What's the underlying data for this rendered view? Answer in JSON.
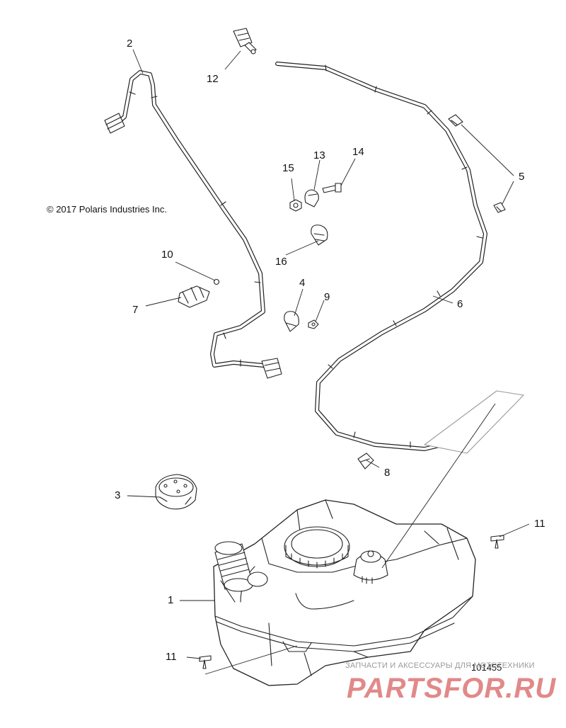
{
  "copyright": "© 2017 Polaris Industries Inc.",
  "diagram_id": "101455",
  "watermark": {
    "subtitle": "ЗАПЧАСТИ И АКСЕССУАРЫ ДЛЯ МОТОТЕХНИКИ",
    "brand": "PARTSFOR.RU"
  },
  "callouts": {
    "c1": "1",
    "c2": "2",
    "c3": "3",
    "c4": "4",
    "c5": "5",
    "c6": "6",
    "c7": "7",
    "c8": "8",
    "c9": "9",
    "c10": "10",
    "c11a": "11",
    "c11b": "11",
    "c12": "12",
    "c13": "13",
    "c14": "14",
    "c15": "15",
    "c16": "16"
  }
}
